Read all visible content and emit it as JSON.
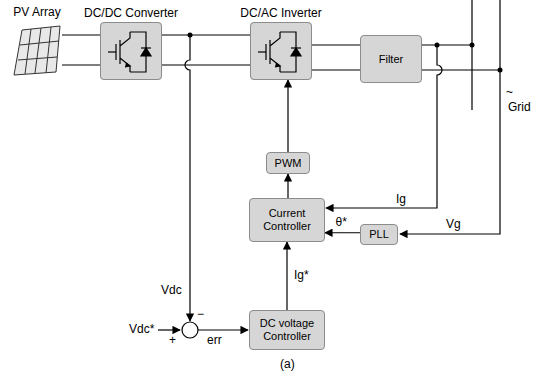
{
  "diagram": {
    "nodes": [
      {
        "text": [
          "PV Array"
        ]
      },
      {
        "text": [
          "DC/DC Converter"
        ]
      },
      {
        "text": [
          "DC/AC Inverter"
        ]
      },
      {
        "text": [
          "Filter"
        ]
      },
      {
        "text": [
          "PWM"
        ]
      },
      {
        "text": [
          "Current Controller"
        ]
      },
      {
        "text": [
          "PLL"
        ]
      },
      {
        "text": [
          "DC voltage Controller"
        ]
      }
    ],
    "edges": [
      {
        "from": 0,
        "to": 1,
        "arrow": "none"
      },
      {
        "from": 1,
        "to": 2,
        "arrow": "none"
      },
      {
        "from": 2,
        "to": 3,
        "arrow": "none"
      },
      {
        "from": 4,
        "to": 2,
        "arrow": "to"
      },
      {
        "from": 5,
        "to": 4,
        "arrow": "to"
      },
      {
        "from": 6,
        "to": 5,
        "label": "θ*",
        "arrow": "to"
      },
      {
        "from": 7,
        "to": 5,
        "label": "Ig*",
        "arrow": "to"
      }
    ],
    "labels": [
      "Vdc",
      "−",
      "Vdc*",
      "+",
      "err",
      "Ig",
      "Vg",
      "~",
      "Grid",
      "(a)"
    ]
  }
}
